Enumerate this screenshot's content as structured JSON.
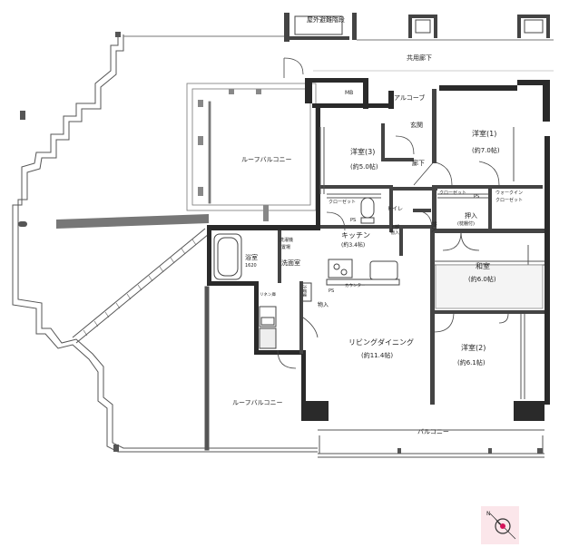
{
  "labels": {
    "emergency_stairs": "屋外避難階段",
    "common_corridor": "共用廊下",
    "mb": "MB",
    "alcove": "アルコーブ",
    "entrance": "玄関",
    "room1": "洋室(1)",
    "room1_area": "(約7.0帖)",
    "room3": "洋室(3)",
    "room3_area": "(約5.0帖)",
    "hallway": "廊下",
    "roof_balcony_top": "ルーフバルコニー",
    "closet1": "クローゼット",
    "closet2": "クローゼット",
    "walkin_closet_1": "ウォークイン",
    "walkin_closet_2": "クローゼット",
    "ps1": "PS",
    "ps2": "PS",
    "ps3": "PS",
    "toilet": "トイレ",
    "storage1": "物入",
    "oshiire": "押入",
    "oshiire_sub": "(枕棚付)",
    "upper_storage_1": "上部",
    "upper_storage_2": "物入",
    "kitchen": "キッチン",
    "kitchen_area": "(約3.4帖)",
    "washer_1": "洗濯機",
    "washer_2": "置場",
    "bathroom": "浴室",
    "bathroom_size": "1620",
    "washroom": "洗面室",
    "linen": "リネン庫",
    "counter": "カウンター",
    "washitsu": "和室",
    "washitsu_area": "(約6.0帖)",
    "fridge": "冷蔵庫",
    "storage2": "物入",
    "ldk": "リビングダイニング",
    "ldk_area": "(約11.4帖)",
    "room2": "洋室(2)",
    "room2_area": "(約6.1帖)",
    "roof_balcony_bottom": "ルーフバルコニー",
    "balcony": "バルコニー",
    "north": "N"
  }
}
